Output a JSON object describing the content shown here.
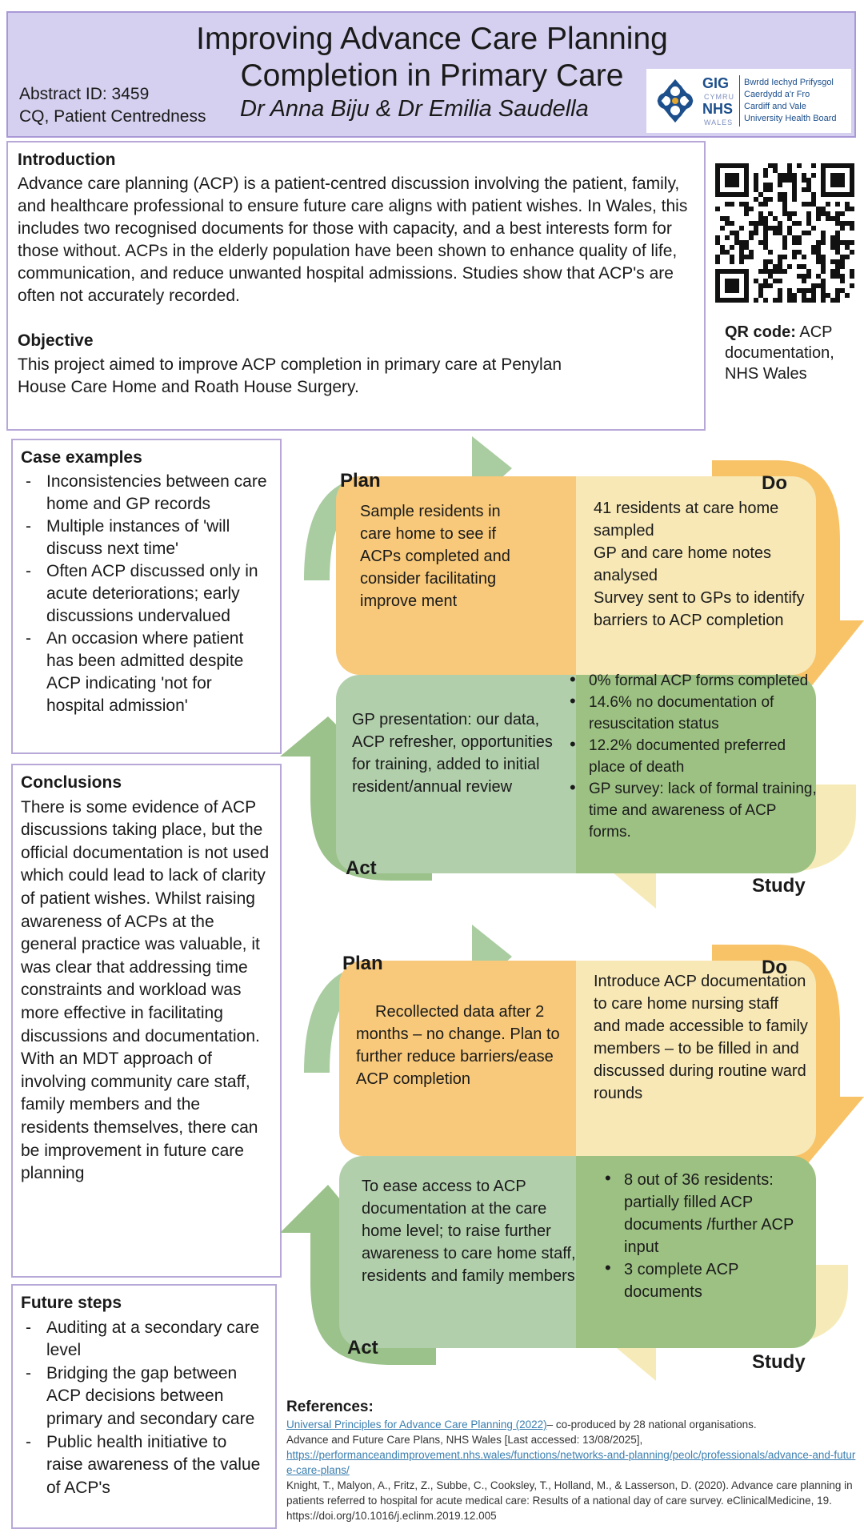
{
  "header": {
    "title_line1": "Improving Advance Care Planning",
    "title_line2": "Completion in Primary Care",
    "abstract_id": "Abstract ID: 3459",
    "category": "CQ, Patient Centredness",
    "authors": "Dr Anna Biju & Dr Emilia Saudella",
    "logo": {
      "gig": "GIG",
      "cymru": "CYMRU",
      "nhs": "NHS",
      "wales": "WALES",
      "line1": "Bwrdd Iechyd Prifysgol",
      "line2": "Caerdydd a'r Fro",
      "line3": "Cardiff and Vale",
      "line4": "University Health Board"
    }
  },
  "introduction": {
    "heading": "Introduction",
    "body": "Advance care planning (ACP) is a patient-centred discussion involving the patient, family, and healthcare professional to ensure future care aligns with patient wishes. In Wales, this includes two recognised documents for those with capacity, and a best interests form for those without. ACPs in the elderly population have been shown to enhance quality of life, communication, and reduce unwanted hospital admissions. Studies show that ACP's are often not accurately recorded.",
    "objective_heading": "Objective",
    "objective_body": "This project aimed to improve ACP completion in primary care at Penylan House Care Home and Roath House Surgery."
  },
  "qr": {
    "label_bold": "QR code:",
    "label_rest": " ACP documentation, NHS Wales"
  },
  "case_examples": {
    "heading": "Case examples",
    "items": [
      "Inconsistencies between care home and GP records",
      "Multiple instances of 'will discuss next time'",
      "Often ACP discussed only in acute deteriorations; early discussions undervalued",
      "An occasion where patient has been admitted despite ACP indicating 'not for hospital admission'"
    ]
  },
  "conclusions": {
    "heading": "Conclusions",
    "body": "There is some evidence of ACP discussions taking place, but the official documentation is not used which could lead to lack of clarity of patient wishes. Whilst raising awareness of ACPs at the general practice was valuable, it was clear that addressing time constraints and workload was more effective in facilitating discussions and documentation. With an MDT approach of involving community care staff, family members and the residents themselves, there can be improvement in future care planning"
  },
  "future_steps": {
    "heading": "Future steps",
    "items": [
      "Auditing at a secondary care level",
      "Bridging the gap between ACP decisions between primary and secondary care",
      "Public health initiative to raise awareness of the value of ACP's"
    ]
  },
  "cycle1": {
    "plan_label": "Plan",
    "do_label": "Do",
    "study_label": "Study",
    "act_label": "Act",
    "plan_text": "Sample residents in care home to see if ACPs completed  and consider facilitating improve ment",
    "do_text": "41 residents at care home sampled\nGP and care home notes analysed\nSurvey sent to GPs to identify barriers to ACP completion",
    "act_text": "GP presentation: our data, ACP refresher, opportunities for training, added to initial resident/annual review",
    "study_items": [
      "0% formal ACP forms completed",
      "14.6% no documentation of resuscitation status",
      "12.2% documented preferred place of death",
      "GP survey: lack of formal training, time and awareness of ACP forms."
    ]
  },
  "cycle2": {
    "plan_label": "Plan",
    "do_label": "Do",
    "study_label": "Study",
    "act_label": "Act",
    "plan_text": "Recollected data after 2 months – no change. Plan to further reduce barriers/ease ACP completion",
    "do_text": "Introduce ACP documentation to care home nursing staff and made accessible to family members – to be filled in and discussed during routine ward rounds",
    "act_text": "To ease access to ACP documentation at the care home level; to raise further awareness to care home staff, residents and family members",
    "study_items": [
      "8 out of 36 residents: partially filled  ACP documents /further ACP input",
      "3  complete ACP documents"
    ]
  },
  "references": {
    "heading": "References:",
    "ref1_link": "Universal Principles for Advance Care Planning (2022)",
    "ref1_rest": "– co-produced by 28 national organisations.",
    "ref2": "Advance and Future Care Plans, NHS Wales [Last accessed: 13/08/2025],",
    "ref2_link": "https://performanceandimprovement.nhs.wales/functions/networks-and-planning/peolc/professionals/advance-and-future-care-plans/",
    "ref3": "Knight, T., Malyon, A., Fritz, Z., Subbe, C., Cooksley, T., Holland, M., & Lasserson, D. (2020). Advance care planning in patients referred to hospital for acute medical care: Results of a national day of care survey. eClinicalMedicine, 19. https://doi.org/10.1016/j.eclinm.2019.12.005"
  },
  "colors": {
    "header_bg": "#d5d0ef",
    "panel_border": "#b7a8d8",
    "plan_orange": "#f8c97a",
    "do_cream": "#f7e8b6",
    "act_green_light": "#b2cfac",
    "study_green": "#9dc183",
    "arrow_green": "#9bc28a",
    "arrow_orange": "#f8c266",
    "arrow_cream": "#f6ebb8"
  }
}
